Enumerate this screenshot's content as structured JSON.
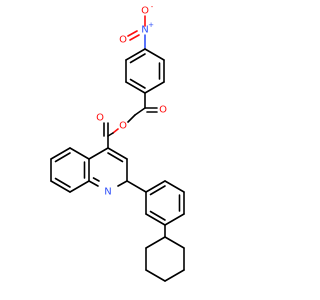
{
  "colors": {
    "carbon": "#000000",
    "oxygen": "#ff0d0d",
    "nitrogen": "#3050f8",
    "background": "#ffffff"
  },
  "atoms": {
    "nitro_n": {
      "symbol": "N",
      "charge": "+"
    },
    "nitro_o1": {
      "symbol": "O",
      "charge": "-"
    },
    "nitro_o2": {
      "symbol": "O"
    },
    "ketone_o": {
      "symbol": "O"
    },
    "ester_o_carbonyl": {
      "symbol": "O"
    },
    "ester_o_ether": {
      "symbol": "O"
    },
    "quinoline_n": {
      "symbol": "N"
    }
  }
}
